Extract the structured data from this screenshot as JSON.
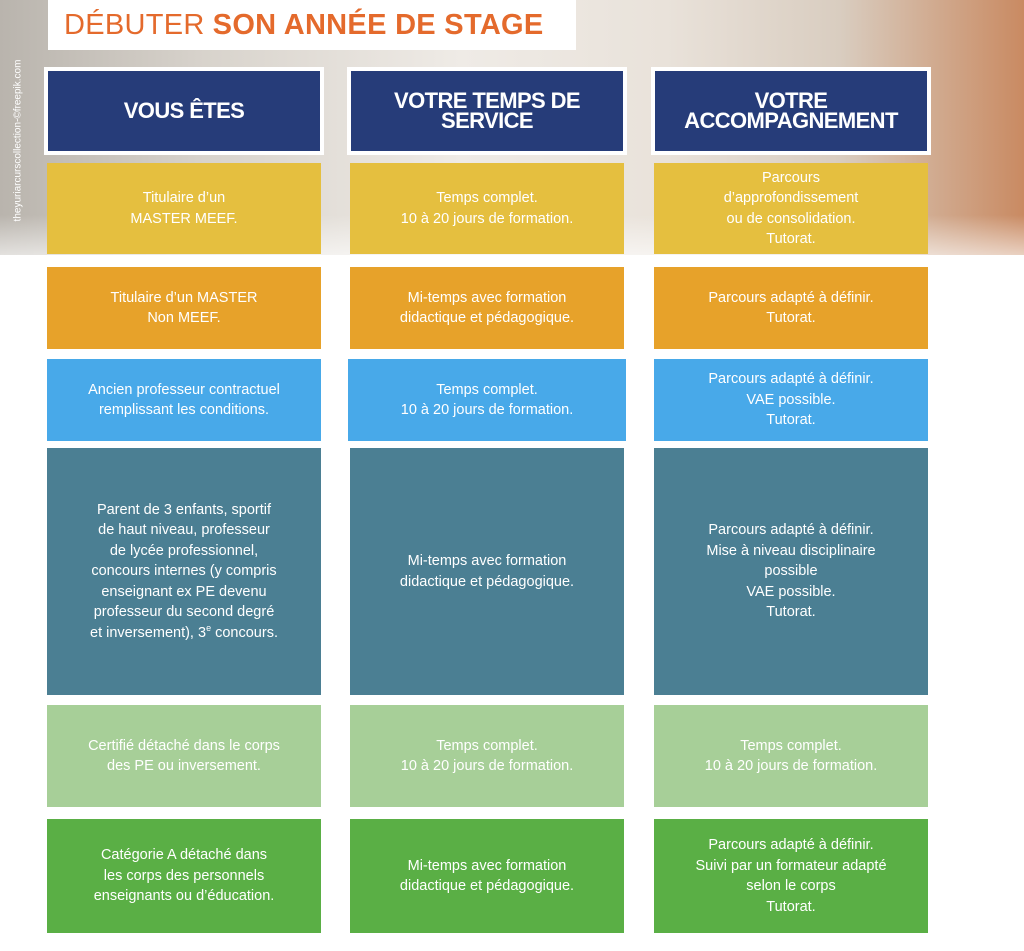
{
  "title": {
    "light": "DÉBUTER",
    "bold": "SON ANNÉE DE STAGE"
  },
  "photo_credit": "theyuriarcurscollection-©freepik.com",
  "colors": {
    "title_orange": "#e46a2c",
    "header_navy": "#263c79",
    "yellow": "#e5bf3f",
    "orange": "#e7a22a",
    "blue": "#48a9e9",
    "teal": "#4b7f93",
    "light_green": "#a7cf98",
    "green": "#5aaf45"
  },
  "table": {
    "headers": [
      "VOUS ÊTES",
      "VOTRE TEMPS DE SERVICE",
      "VOTRE ACCOMPAGNEMENT"
    ],
    "rows": [
      {
        "color": "yellow",
        "profile": "Titulaire d’un\nMASTER MEEF.",
        "service": "Temps complet.\n10 à 20 jours de formation.",
        "support": "Parcours\nd’approfondissement\nou de consolidation.\nTutorat."
      },
      {
        "color": "orange",
        "profile": "Titulaire d’un MASTER\nNon MEEF.",
        "service": "Mi-temps avec formation\ndidactique et pédagogique.",
        "support": "Parcours adapté à définir.\nTutorat."
      },
      {
        "color": "blue",
        "profile": "Ancien professeur contractuel\nremplissant les conditions.",
        "service": "Temps complet.\n10 à 20 jours de formation.",
        "support": "Parcours adapté à définir.\nVAE possible.\nTutorat."
      },
      {
        "color": "teal",
        "profile_main": "Parent de 3 enfants, sportif\nde haut niveau, professeur\nde lycée professionnel,\nconcours internes (y compris\nenseignant ex PE devenu\nprofesseur du second degré\net inversement), 3",
        "profile_sup": "e",
        "profile_end": " concours.",
        "service": "Mi-temps avec formation\ndidactique et pédagogique.",
        "support": "Parcours adapté à définir.\nMise à niveau disciplinaire\npossible\nVAE possible.\nTutorat."
      },
      {
        "color": "light_green",
        "profile": "Certifié détaché dans le corps\ndes PE ou inversement.",
        "service": "Temps complet.\n10 à 20 jours de formation.",
        "support": "Temps complet.\n10 à 20 jours de formation."
      },
      {
        "color": "green",
        "profile": "Catégorie A détaché dans\nles corps des personnels\nenseignants ou d’éducation.",
        "service": "Mi-temps avec formation\ndidactique et pédagogique.",
        "support": "Parcours adapté à définir.\nSuivi par un formateur adapté\nselon le corps\nTutorat."
      }
    ]
  }
}
